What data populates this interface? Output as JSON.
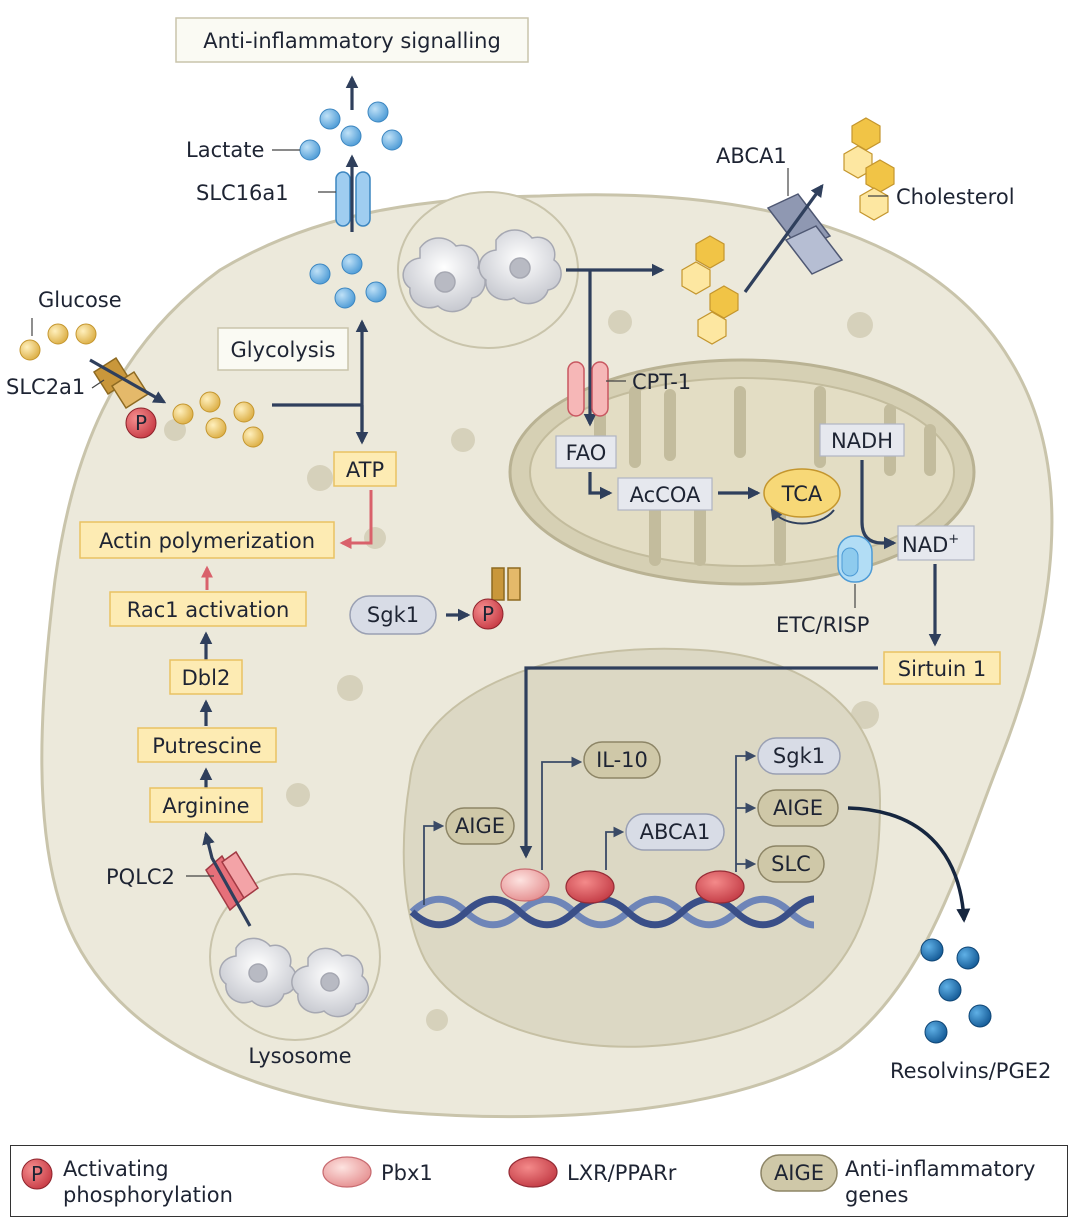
{
  "labels": {
    "anti_inflammatory_signalling": "Anti-inflammatory signalling",
    "lactate": "Lactate",
    "slc16a1": "SLC16a1",
    "glucose": "Glucose",
    "slc2a1": "SLC2a1",
    "glycolysis": "Glycolysis",
    "atp": "ATP",
    "actin_polymerization": "Actin polymerization",
    "rac1_activation": "Rac1 activation",
    "dbl2": "Dbl2",
    "putrescine": "Putrescine",
    "arginine": "Arginine",
    "pqlc2": "PQLC2",
    "lysosome": "Lysosome",
    "sgk1_cyto": "Sgk1",
    "p": "P",
    "abca1_membrane": "ABCA1",
    "cholesterol": "Cholesterol",
    "cpt1": "CPT-1",
    "fao": "FAO",
    "accoa": "AcCOA",
    "tca": "TCA",
    "nadh": "NADH",
    "nad": "NAD",
    "nad_sup": "+",
    "etc_risp": "ETC/RISP",
    "sirtuin1": "Sirtuin 1",
    "il10": "IL-10",
    "aige_left": "AIGE",
    "abca1_gene": "ABCA1",
    "sgk1_gene": "Sgk1",
    "aige_right": "AIGE",
    "slc": "SLC",
    "resolvins": "Resolvins/PGE2"
  },
  "legend": {
    "p_symbol": "P",
    "p_text_1": "Activating",
    "p_text_2": "phosphorylation",
    "pbx1": "Pbx1",
    "lxr": "LXR/PPARr",
    "aige_symbol": "AIGE",
    "aige_text_1": "Anti-inflammatory",
    "aige_text_2": "genes"
  },
  "colors": {
    "cell": "#ece9db",
    "nucleus": "#dcd8c4",
    "mitochondrion": "#d6d0b4",
    "yellow_box": "#fdebb3",
    "yellow_border": "#e9c263",
    "blue_dot": "#5aa7dc",
    "glucose_dot": "#e8c15c",
    "phospho_red": "#e05a60",
    "arrow_navy": "#2f3f5c",
    "pink_arrow": "#d9616b"
  }
}
